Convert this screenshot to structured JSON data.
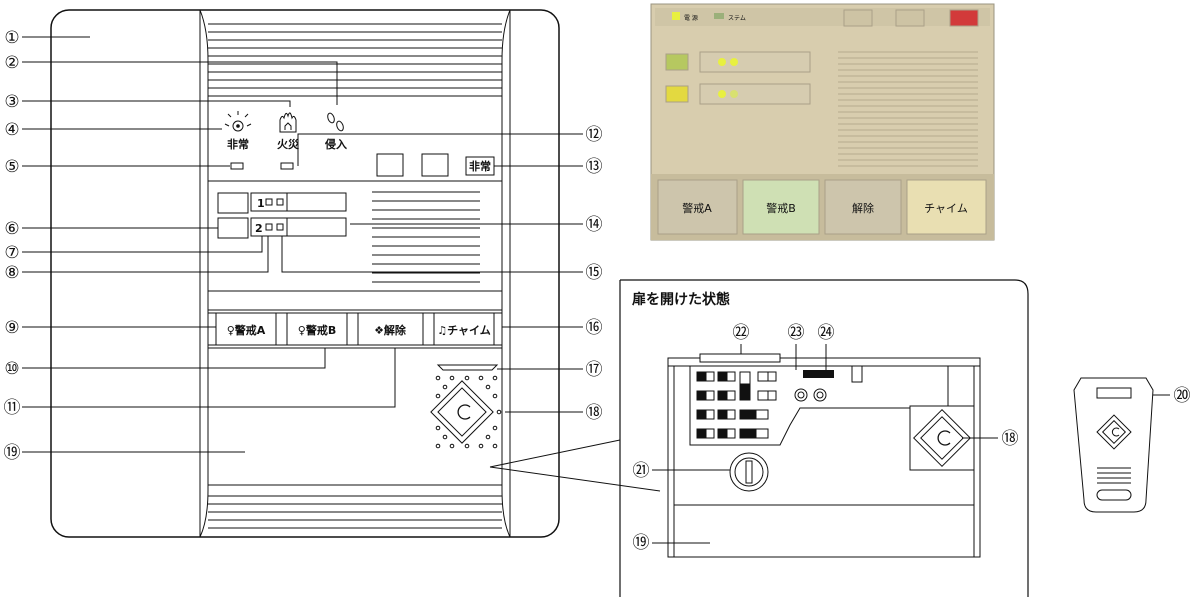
{
  "panel": {
    "icons": {
      "emergency": "非常",
      "fire": "火災",
      "intrusion": "侵入"
    },
    "emergency_button": "非常",
    "line_numbers": [
      "1",
      "2"
    ],
    "buttons": [
      "♀警戒A",
      "♀警戒B",
      "❖解除",
      "♫チャイム"
    ]
  },
  "callouts": [
    "①",
    "②",
    "③",
    "④",
    "⑤",
    "⑥",
    "⑦",
    "⑧",
    "⑨",
    "⑩",
    "⑪",
    "⑫",
    "⑬",
    "⑭",
    "⑮",
    "⑯",
    "⑰",
    "⑱",
    "⑲",
    "⑳",
    "㉑",
    "㉒",
    "㉓",
    "㉔"
  ],
  "photo": {
    "top_labels": [
      "電 源",
      "ステム"
    ],
    "buttons": [
      "警戒A",
      "警戒B",
      "解除",
      "チャイム"
    ]
  },
  "inset": {
    "title": "扉を開けた状態"
  },
  "colors": {
    "photo_bg": "#d8cdae",
    "photo_button_green": "#cfe0b4",
    "photo_led": "#e8f040",
    "photo_red": "#d23a3a"
  }
}
